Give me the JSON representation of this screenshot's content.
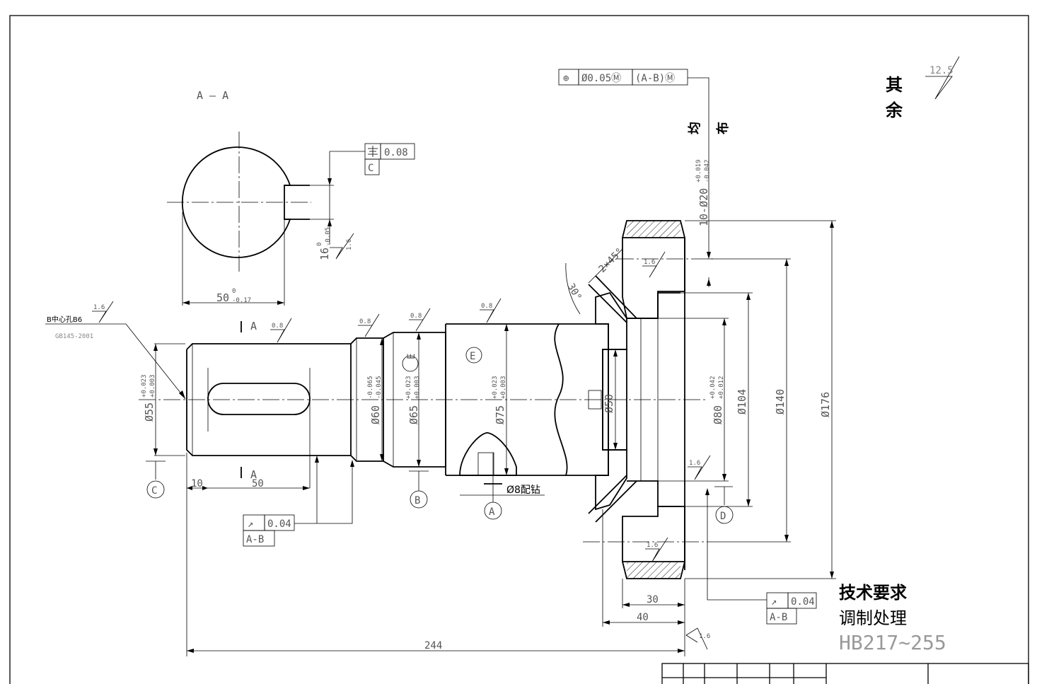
{
  "section_label": "A — A",
  "flatness": {
    "symbol": "⌯",
    "value": "0.08",
    "datum": "C"
  },
  "keyway_width": {
    "nominal": "16",
    "upper": "0",
    "lower": "-0.05"
  },
  "keyway_depth": {
    "nominal": "50",
    "tolerance": "0",
    "lower": "-0.17"
  },
  "center_hole": {
    "label": "B中心孔B6",
    "standard": "GB145-2001"
  },
  "roughness": {
    "general": "12.5",
    "r16": "1.6",
    "r08": "0.8"
  },
  "other_label_1": "其",
  "other_label_2": "余",
  "position_frame": {
    "symbol": "⊕",
    "value": "Ø0.05Ⓜ",
    "datum": "(A-B)Ⓜ"
  },
  "holes_label": "10-Ø20",
  "holes_tol_upper": "+0.019",
  "holes_tol_lower": "-0.042",
  "uniform_1": "均",
  "uniform_2": "布",
  "chamfer": "2×45°",
  "angle": "30°",
  "section_marks": {
    "a": "A",
    "b": "A"
  },
  "diameters": {
    "d55": "Ø55",
    "d55_up": "+0.023",
    "d55_lo": "+0.003",
    "d60": "Ø60",
    "d60_up": "-0.065",
    "d60_lo": "-0.045",
    "d65": "Ø65",
    "d65_up": "+0.023",
    "d65_lo": "+0.003",
    "d75": "Ø75",
    "d75_up": "+0.023",
    "d75_lo": "+0.003",
    "d50": "Ø50",
    "d80": "Ø80",
    "d80_up": "+0.042",
    "d80_lo": "+0.012",
    "d104": "Ø104",
    "d140": "Ø140",
    "d176": "Ø176"
  },
  "datums": {
    "c": "C",
    "b": "B",
    "a": "A",
    "d": "D",
    "e1": "E",
    "e2": "E"
  },
  "pin_label": "Ø8配钻",
  "lengths": {
    "l10": "10",
    "l50": "50",
    "l30": "30",
    "l40": "40",
    "l244": "244"
  },
  "runout_1": {
    "symbol": "↗",
    "value": "0.04",
    "datum": "A-B"
  },
  "runout_2": {
    "symbol": "↗",
    "value": "0.04",
    "datum": "A-B"
  },
  "tech_title": "技术要求",
  "tech_line1": "调制处理",
  "tech_line2": "HB217~255"
}
